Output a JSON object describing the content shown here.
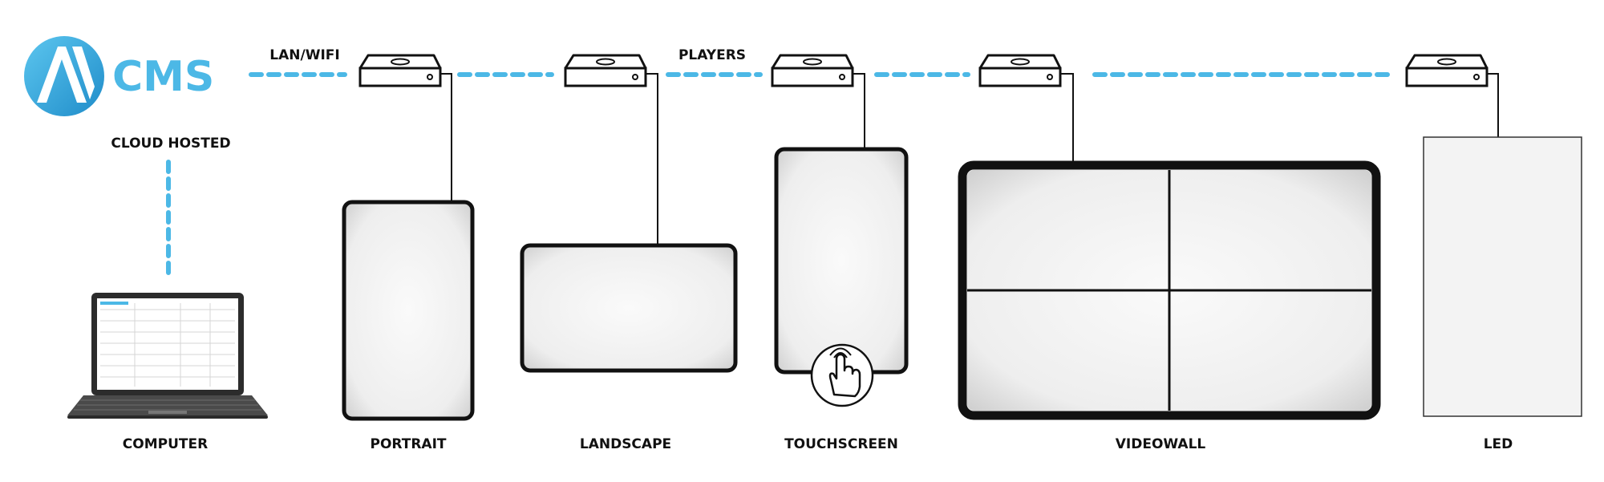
{
  "logo": {
    "av": "AV",
    "cms": "CMS"
  },
  "labels": {
    "lan_wifi": "LAN/WIFI",
    "players": "PLAYERS",
    "cloud_hosted": "CLOUD HOSTED"
  },
  "displays": [
    {
      "id": "computer",
      "label": "COMPUTER"
    },
    {
      "id": "portrait",
      "label": "PORTRAIT"
    },
    {
      "id": "landscape",
      "label": "LANDSCAPE"
    },
    {
      "id": "touchscreen",
      "label": "TOUCHSCREEN"
    },
    {
      "id": "videowall",
      "label": "VIDEOWALL"
    },
    {
      "id": "led",
      "label": "LED"
    }
  ],
  "icons": {
    "player": "media-player-box-icon",
    "touch": "hand-tap-icon",
    "computer": "laptop-icon"
  },
  "colors": {
    "accent": "#4cb8e6",
    "stroke": "#111111",
    "screen": "#f4f4f4"
  }
}
